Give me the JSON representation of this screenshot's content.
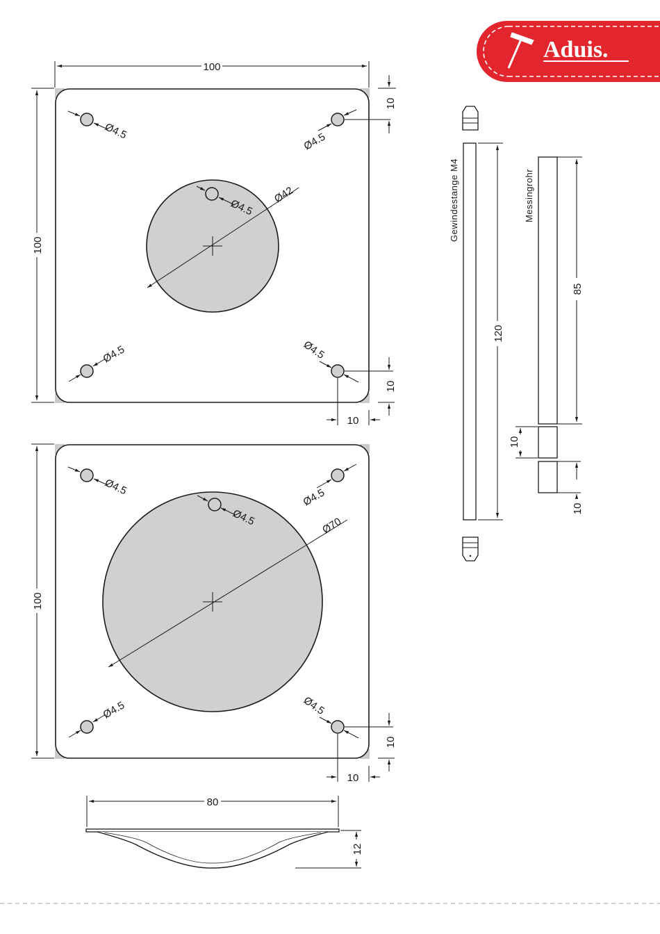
{
  "logo": {
    "text": "Aduis.",
    "color": "#e3262e",
    "icon": "hammer-icon"
  },
  "plate1": {
    "width_label": "100",
    "height_label": "100",
    "corner_hole_labels": [
      "Ø4.5",
      "Ø4.5",
      "Ø4.5",
      "Ø4.5"
    ],
    "inner_hole_label": "Ø4.5",
    "cutout_label": "Ø42",
    "offset_top_right": "10",
    "offset_bottom_right_v": "10",
    "offset_bottom_right_h": "10"
  },
  "plate2": {
    "height_label": "100",
    "corner_hole_labels": [
      "Ø4.5",
      "Ø4.5",
      "Ø4.5",
      "Ø4.5"
    ],
    "inner_hole_label": "Ø4.5",
    "cutout_label": "Ø70",
    "offset_bottom_right_v": "10",
    "offset_bottom_right_h": "10"
  },
  "dish": {
    "width_label": "80",
    "height_label": "12"
  },
  "rod": {
    "name": "Gewindestange M4",
    "length_label": "120"
  },
  "tube": {
    "name": "Messingrohr",
    "length_label": "85",
    "piece1_label": "10",
    "piece2_label": "10"
  },
  "colors": {
    "accent": "#e3262e",
    "fill_gray": "#cfd0d2",
    "line": "#1a1a1a"
  }
}
